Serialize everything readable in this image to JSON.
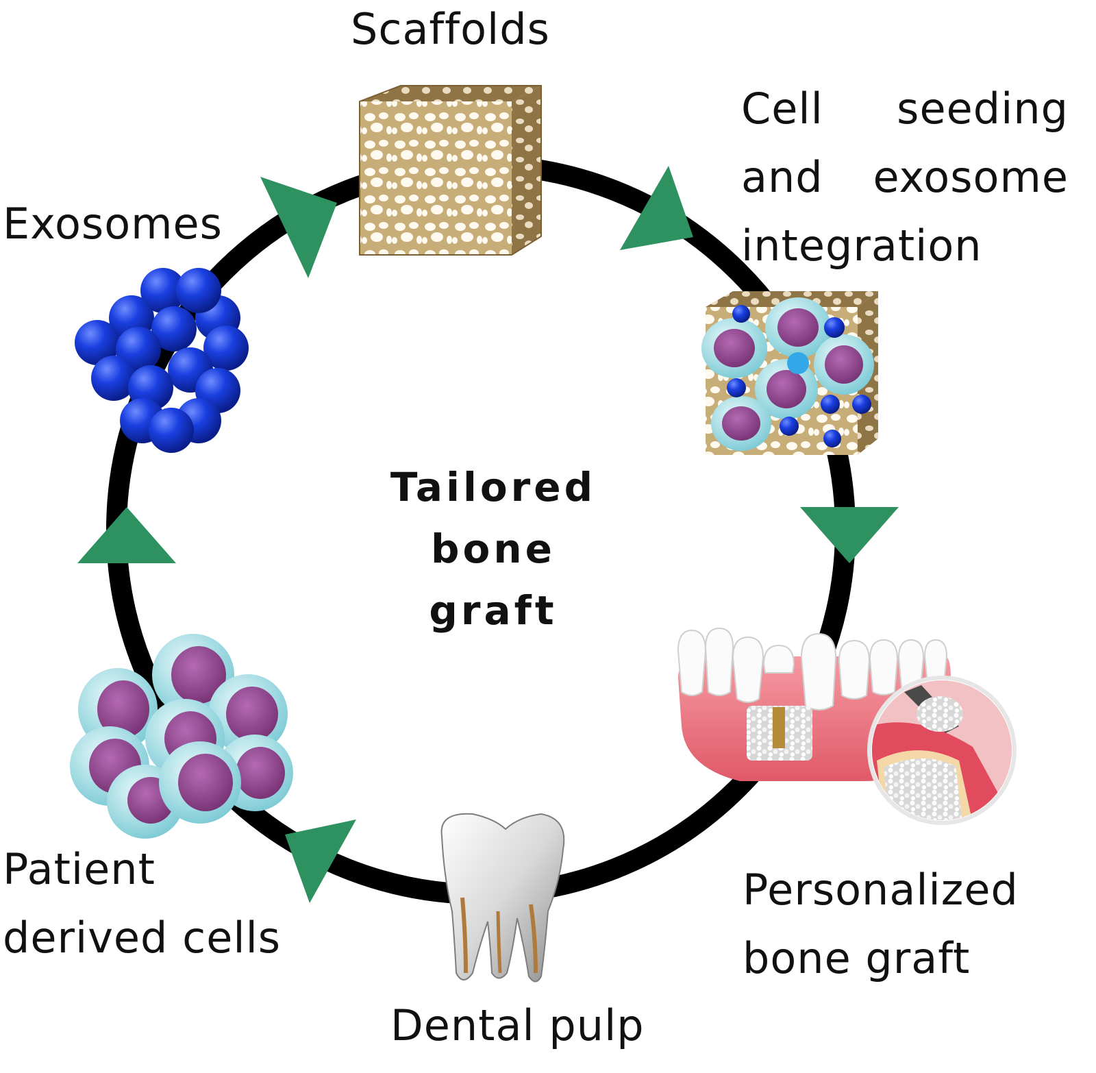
{
  "diagram": {
    "center_title": [
      "Tailored",
      "bone",
      "graft"
    ],
    "labels": {
      "scaffolds": "Scaffolds",
      "cell_seeding": [
        [
          "Cell",
          "seeding"
        ],
        [
          "and",
          "exosome"
        ],
        [
          "integration"
        ]
      ],
      "personalized": [
        "Personalized",
        "bone graft"
      ],
      "dental_pulp": "Dental pulp",
      "patient_cells": [
        "Patient",
        "derived cells"
      ],
      "exosomes": "Exosomes"
    },
    "colors": {
      "cycle_ring": "#000000",
      "arrow": "#2e9160",
      "exosome": "#1a3fe0",
      "cell_nucleus": "#9b4f9a",
      "cell_membrane": "#a8e0e8",
      "scaffold": "#c8b07c",
      "gum": "#f07a86",
      "tooth": "#e8e8e8"
    },
    "icons": [
      "scaffold-cube-icon",
      "seeded-scaffold-icon",
      "dental-implant-graft-icon",
      "tooth-icon",
      "cell-cluster-icon",
      "exosome-cluster-icon"
    ]
  }
}
